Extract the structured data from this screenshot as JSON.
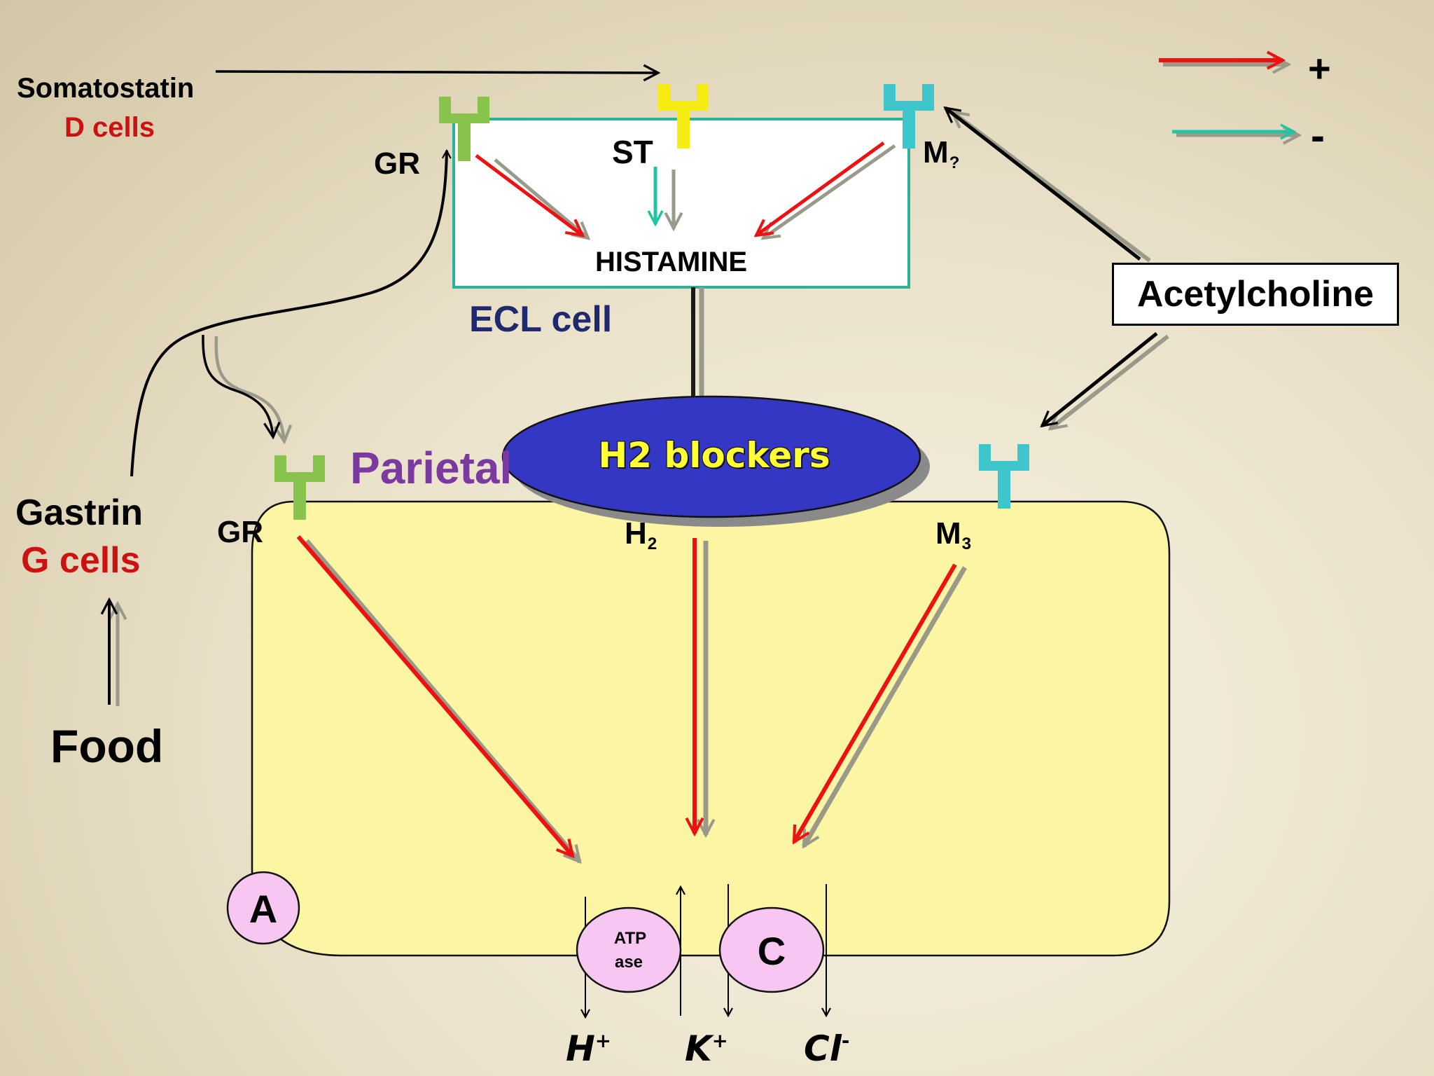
{
  "labels": {
    "somatostatin": "Somatostatin",
    "d_cells": "D cells",
    "gr_ecl": "GR",
    "st": "ST",
    "m_top": "M",
    "m_top_sub": "?",
    "histamine": "HISTAMINE",
    "ecl_cell": "ECL cell",
    "acetylcholine": "Acetylcholine",
    "gastrin": "Gastrin",
    "g_cells": "G cells",
    "food": "Food",
    "parietal": "Parietal",
    "gr_parietal": "GR",
    "h2_receptor": "H",
    "h2_receptor_sub": "2",
    "m3": "M",
    "m3_sub": "3",
    "h2_blockers": "H2 blockers",
    "a_label": "A",
    "atpase_line1": "ATP",
    "atpase_line2": "ase",
    "c_label": "C",
    "h_ion": "H",
    "h_ion_charge": "+",
    "k_ion": "K",
    "k_ion_charge": "+",
    "cl_ion": "Cl",
    "cl_ion_charge": "-"
  },
  "legend": {
    "plus": "+",
    "minus": "-"
  },
  "colors": {
    "stimulate_arrow": "#ee1111",
    "inhibit_arrow": "#22c4a4",
    "gastrin_receptor": "#88c44c",
    "somatostatin_receptor": "#f7ec11",
    "muscarinic_receptor": "#3ec6cc",
    "ecl_border": "#2ab39a",
    "parietal_cell_fill": "#fcf6a4",
    "h2_blocker_fill": "#3337c4",
    "h2_blocker_text": "#ffff33",
    "transporter_fill": "#f7c6f1",
    "ecl_label": "#1f2a6e",
    "parietal_label": "#7a3aa0",
    "cells_label": "#cc1111"
  }
}
